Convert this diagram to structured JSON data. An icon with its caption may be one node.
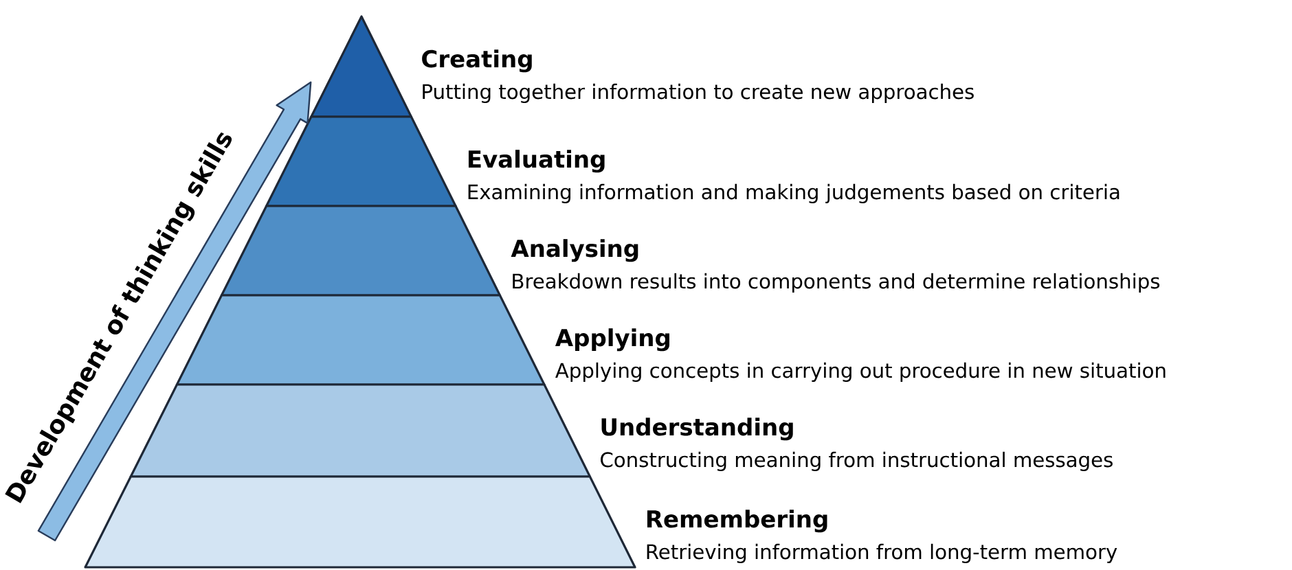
{
  "diagram": {
    "nodes": [
      {
        "text": [
          "Creating",
          "Putting together information to create new approaches"
        ]
      },
      {
        "text": [
          "Evaluating",
          "Examining information and making judgements based on criteria"
        ]
      },
      {
        "text": [
          "Analysing",
          "Breakdown results into components and determine relationships"
        ]
      },
      {
        "text": [
          "Applying",
          "Applying concepts in carrying out procedure in new situation"
        ]
      },
      {
        "text": [
          "Understanding",
          "Constructing meaning from instructional messages"
        ]
      },
      {
        "text": [
          "Remembering",
          "Retrieving information from long-term memory"
        ]
      }
    ],
    "labels": [
      "Development of thinking skills"
    ]
  }
}
